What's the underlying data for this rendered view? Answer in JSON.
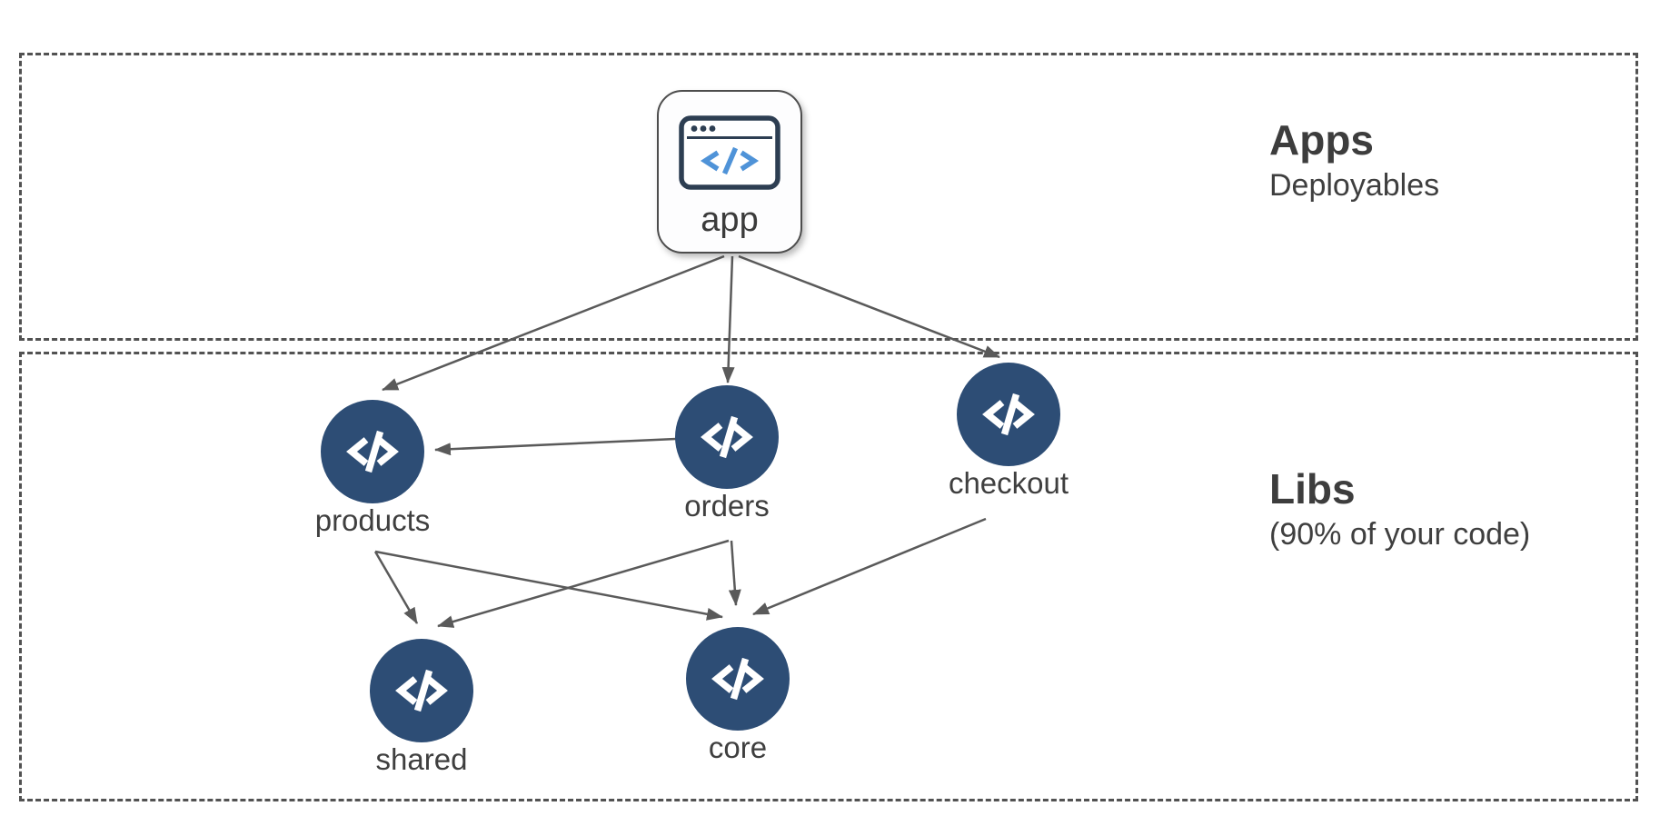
{
  "sections": {
    "apps": {
      "title": "Apps",
      "subtitle": "Deployables"
    },
    "libs": {
      "title": "Libs",
      "subtitle": "(90% of your code)"
    }
  },
  "nodes": {
    "app": {
      "label": "app",
      "kind": "application",
      "icon": "browser-code-icon"
    },
    "products": {
      "label": "products",
      "kind": "library",
      "icon": "code-icon"
    },
    "orders": {
      "label": "orders",
      "kind": "library",
      "icon": "code-icon"
    },
    "checkout": {
      "label": "checkout",
      "kind": "library",
      "icon": "code-icon"
    },
    "shared": {
      "label": "shared",
      "kind": "library",
      "icon": "code-icon"
    },
    "core": {
      "label": "core",
      "kind": "library",
      "icon": "code-icon"
    }
  },
  "edges": [
    {
      "from": "app",
      "to": "products"
    },
    {
      "from": "app",
      "to": "orders"
    },
    {
      "from": "app",
      "to": "checkout"
    },
    {
      "from": "orders",
      "to": "products"
    },
    {
      "from": "products",
      "to": "shared"
    },
    {
      "from": "products",
      "to": "core"
    },
    {
      "from": "orders",
      "to": "shared"
    },
    {
      "from": "orders",
      "to": "core"
    },
    {
      "from": "checkout",
      "to": "core"
    }
  ],
  "colors": {
    "lib_node_fill": "#2d4d75",
    "app_icon_outline": "#2d3e52",
    "app_icon_code": "#4f93d8",
    "edge": "#5a5a5a",
    "dashed_border": "#525252",
    "text": "#3d3d3d"
  }
}
